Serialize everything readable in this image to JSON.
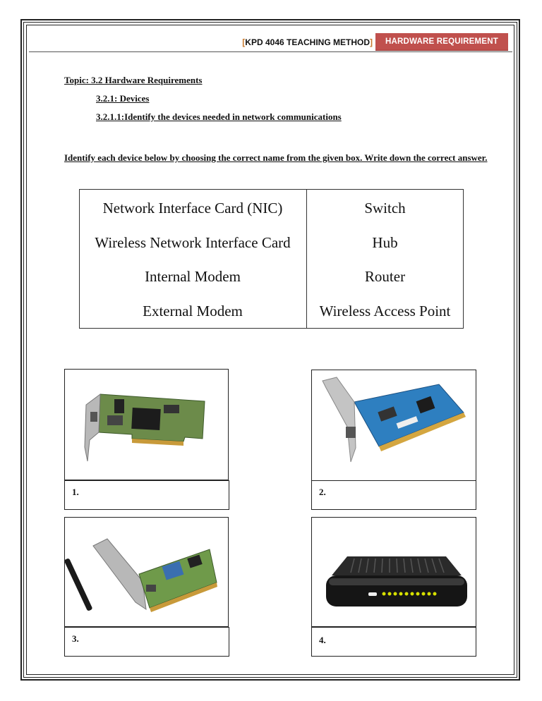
{
  "header": {
    "bracket_open": "[",
    "course": "KPD 4046 TEACHING METHOD",
    "bracket_close": "]",
    "section": "HARDWARE  REQUIREMENT"
  },
  "topic": "Topic: 3.2 Hardware Requirements",
  "subtopic": "3.2.1:   Devices",
  "subsubtopic": "3.2.1.1:Identify the devices needed in network communications",
  "instruction": "Identify each device below by choosing the correct name from the given box. Write down the correct answer.",
  "device_names": [
    [
      "Network Interface Card (NIC)",
      "Switch"
    ],
    [
      "Wireless Network Interface Card",
      "Hub"
    ],
    [
      "Internal Modem",
      "Router"
    ],
    [
      "External Modem",
      "Wireless Access Point"
    ]
  ],
  "answer_boxes": [
    "1.",
    "2.",
    "3.",
    "4."
  ],
  "images": [
    "network-card-photo",
    "network-card-photo",
    "wireless-card-photo",
    "external-modem-photo"
  ],
  "colors": {
    "header_accent": "#c0504d",
    "bracket": "#c8782c"
  }
}
